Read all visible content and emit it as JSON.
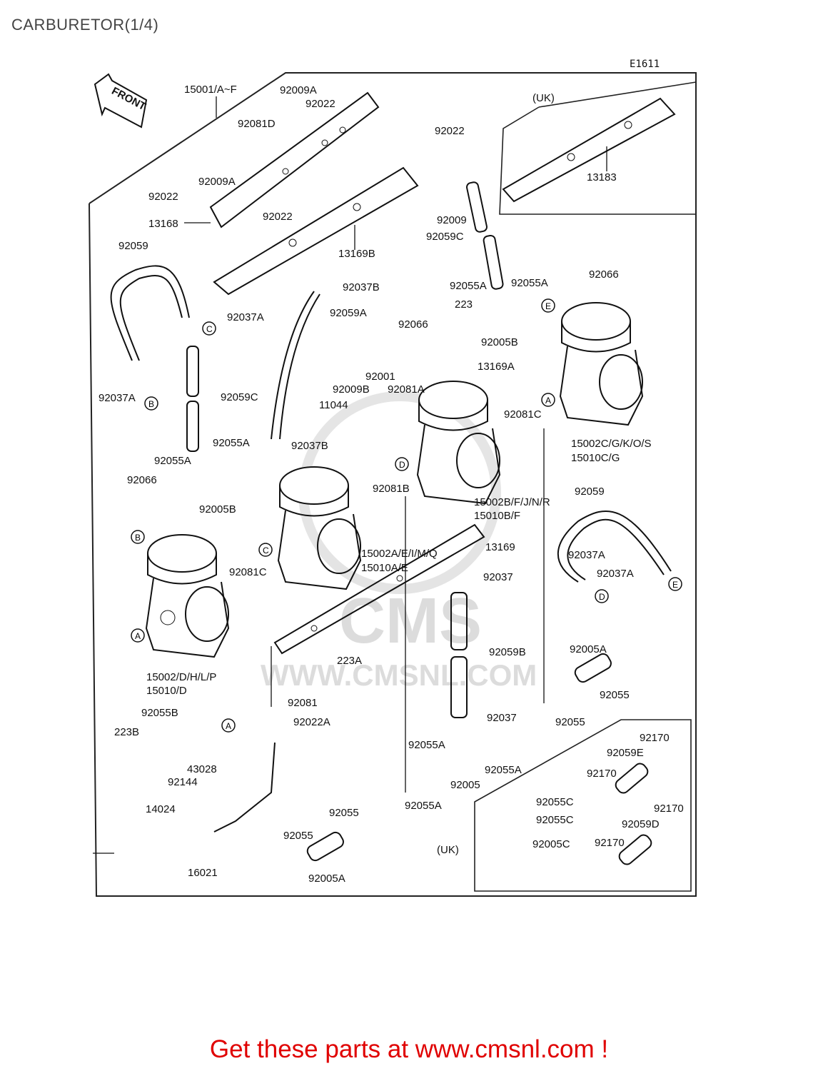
{
  "page": {
    "title": "CARBURETOR(1/4)",
    "diagram_code": "E1611",
    "call_to_action": "Get these parts at www.cmsnl.com !"
  },
  "watermark": {
    "brand": "CMS",
    "url": "WWW.CMSNL.COM"
  },
  "direction_marker": "FRONT",
  "group_labels": {
    "uk_top": "(UK)",
    "uk_bottom": "(UK)"
  },
  "callouts": [
    "15001/A~F",
    "92009A",
    "92022",
    "92081D",
    "92022",
    "92009A",
    "92022",
    "92022",
    "13168",
    "13169B",
    "13183",
    "92009",
    "92059C",
    "92059",
    "92037A",
    "92037A",
    "92037B",
    "92059A",
    "92066",
    "92055A",
    "92055A",
    "223",
    "92005B",
    "92066",
    "13169A",
    "92001",
    "92009B",
    "92081A",
    "11044",
    "92081C",
    "92059C",
    "92037B",
    "92055A",
    "92055A",
    "92066",
    "92005B",
    "92081B",
    "15002C/G/K/O/S",
    "15010C/G",
    "15002B/F/J/N/R",
    "15010B/F",
    "92081C",
    "15002A/E/I/M/Q",
    "15010A/E",
    "13169",
    "92059",
    "92037A",
    "92037A",
    "92037",
    "15002/D/H/L/P",
    "15010/D",
    "223A",
    "92059B",
    "92005A",
    "92055",
    "92055",
    "92081",
    "92022A",
    "92055B",
    "223B",
    "43028",
    "92144",
    "14024",
    "92037",
    "92055A",
    "92055A",
    "92005",
    "92055A",
    "92170",
    "92059E",
    "92170",
    "92055C",
    "92055C",
    "92055",
    "92055",
    "92005A",
    "16021",
    "92005C",
    "92170",
    "92059D",
    "92170"
  ],
  "circle_refs": [
    "A",
    "B",
    "C",
    "D",
    "E",
    "A",
    "B",
    "C",
    "D",
    "E",
    "A"
  ]
}
